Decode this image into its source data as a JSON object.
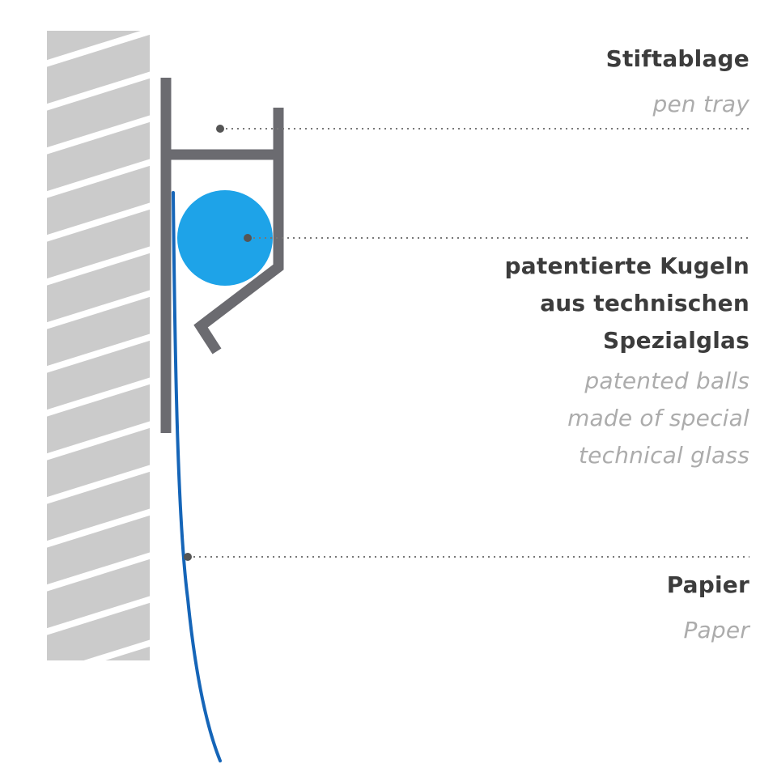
{
  "colors": {
    "wall_fill": "#cbcbcb",
    "profile_gray": "#6b6b70",
    "ball_blue": "#1ea3e8",
    "paper_blue": "#1565b8",
    "dot_gray": "#555555",
    "label_dark": "#3c3c3c",
    "label_light": "#acacac"
  },
  "labels": {
    "pen_tray": {
      "de": "Stiftablage",
      "en": "pen tray"
    },
    "balls": {
      "de": [
        "patentierte Kugeln",
        "aus technischen",
        "Spezialglas"
      ],
      "en": [
        "patented balls",
        "made of special",
        "technical glass"
      ]
    },
    "paper": {
      "de": "Papier",
      "en": "Paper"
    }
  }
}
